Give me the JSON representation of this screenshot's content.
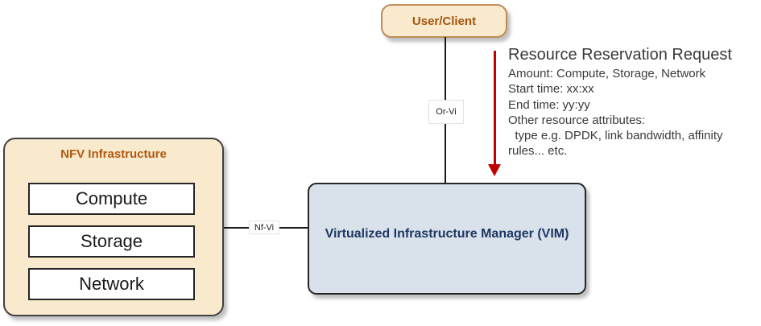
{
  "diagram": {
    "user_client": {
      "label": "User/Client"
    },
    "connectors": {
      "or_vi": "Or-Vi",
      "nf_vi": "Nf-Vi"
    },
    "annotation": {
      "title": "Resource Reservation Request",
      "lines": [
        "Amount: Compute, Storage, Network",
        "Start time: xx:xx",
        "End time: yy:yy",
        "Other resource attributes:",
        "  type e.g. DPDK, link bandwidth, affinity",
        "rules... etc."
      ]
    },
    "nfv_infrastructure": {
      "title": "NFV Infrastructure",
      "components": [
        "Compute",
        "Storage",
        "Network"
      ]
    },
    "vim": {
      "label": "Virtualized Infrastructure Manager (VIM)"
    }
  },
  "colors": {
    "cream_fill": "#F9EACD",
    "user_border": "#BE8B55",
    "brown_text": "#A4540D",
    "brown_text2": "#B05A14",
    "dark_border": "#404040",
    "dark_border2": "#262626",
    "line_color": "#1A1A1A",
    "red_accent": "#C00000",
    "annotation_text": "#3A3A3A",
    "vim_fill": "#D9E2EB",
    "vim_text": "#1F3864"
  }
}
